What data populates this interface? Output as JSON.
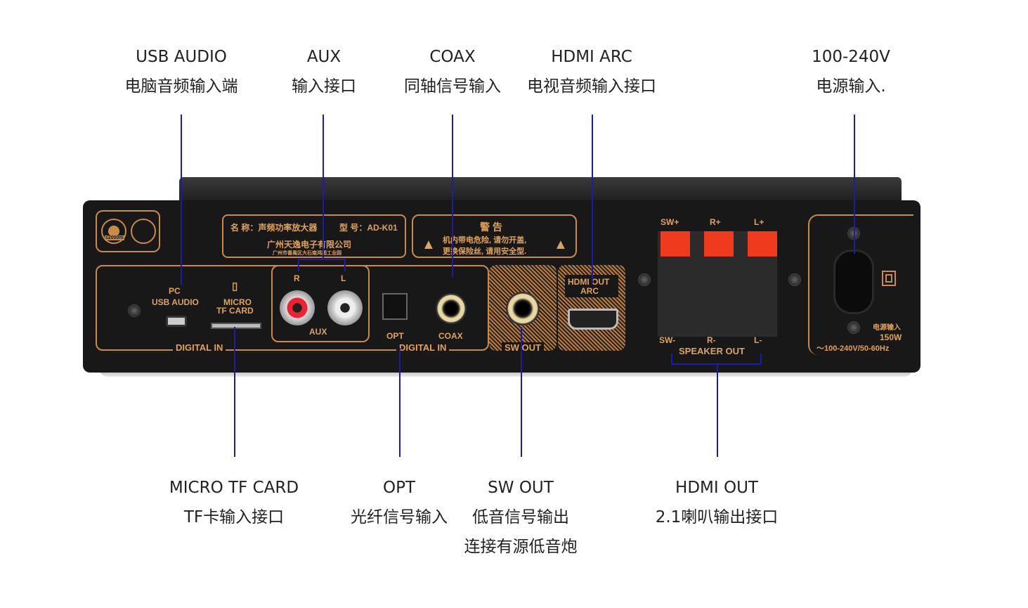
{
  "top_labels": [
    {
      "id": "usb",
      "line1": "USB AUDIO",
      "line2": "电脑音频输入端"
    },
    {
      "id": "aux",
      "line1": "AUX",
      "line2": "输入接口"
    },
    {
      "id": "coax",
      "line1": "COAX",
      "line2": "同轴信号输入"
    },
    {
      "id": "hdmi-arc",
      "line1": "HDMI ARC",
      "line2": "电视音频输入接口"
    },
    {
      "id": "power",
      "line1": "100-240V",
      "line2": "电源输入."
    }
  ],
  "bottom_labels": [
    {
      "id": "tf",
      "line1": "MICRO TF CARD",
      "line2": "TF卡输入接口"
    },
    {
      "id": "opt",
      "line1": "OPT",
      "line2": "光纤信号输入"
    },
    {
      "id": "sw",
      "line1": "SW OUT",
      "line2": "低音信号输出",
      "line3": "连接有源低音炮"
    },
    {
      "id": "speaker",
      "line1": "HDMI OUT",
      "line2": "2.1喇叭输出接口"
    }
  ],
  "panel": {
    "name_label": "名 称：声频功率放大器",
    "model_label": "型 号：AD-K01",
    "company": "广州天逸电子有限公司",
    "address": "广州市番禺区大石南鸿图工业园",
    "warning_title": "警 告",
    "warning_1": "机内带电危险, 请勿开盖,",
    "warning_2": "更换保险丝, 请用安全型.",
    "altitude": "≤2000m",
    "pc": "PC",
    "usb_audio": "USB AUDIO",
    "micro": "MICRO",
    "tf_card": "TF CARD",
    "digital_in": "DIGITAL IN",
    "r": "R",
    "l": "L",
    "aux": "AUX",
    "opt": "OPT",
    "coax": "COAX",
    "digital_in2": "DIGITAL IN",
    "sw_out": "SW OUT",
    "hdmi_out": "HDMI OUT",
    "arc": "ARC",
    "sw_plus": "SW+",
    "r_plus": "R+",
    "l_plus": "L+",
    "sw_minus": "SW-",
    "r_minus": "R-",
    "l_minus": "L-",
    "speaker_out": "SPEAKER OUT",
    "power_in": "电源输入",
    "watt": "150W",
    "voltage": "～100-240V/50-60Hz"
  },
  "colors": {
    "line": "#1c1ca8",
    "gold": "#e0a35a",
    "panel": "#1a1a1a",
    "terminal": "#f03a1e"
  }
}
